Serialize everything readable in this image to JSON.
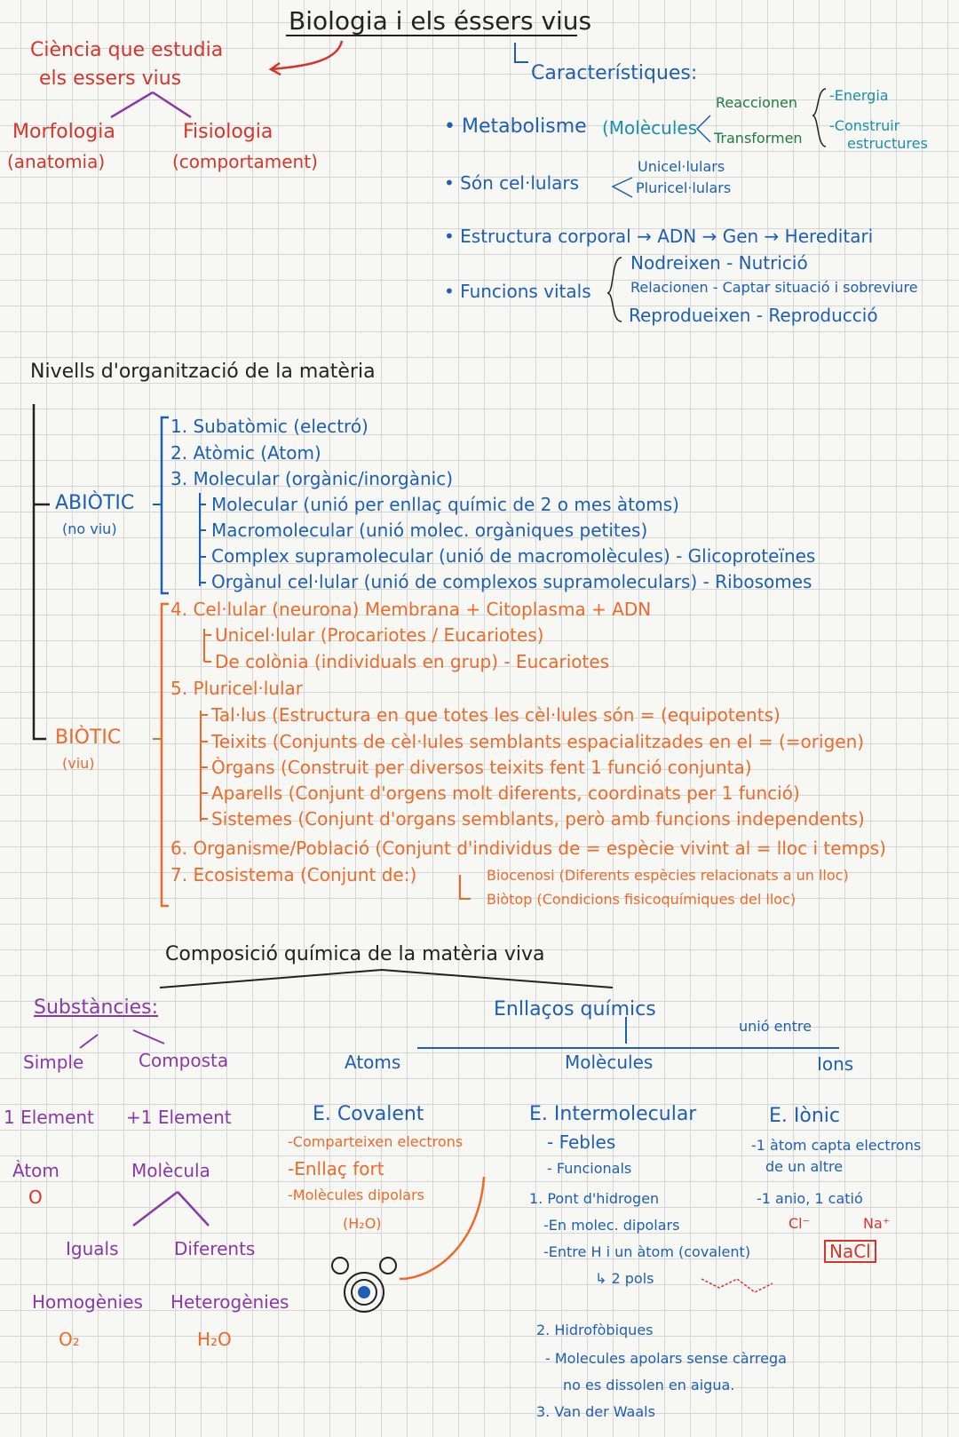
{
  "title": "Biologia i els éssers vius",
  "intro": {
    "science": [
      "Ciència que estudia",
      "els essers vius"
    ],
    "morfologia": "Morfologia",
    "anatomia": "(anatomia)",
    "fisiologia": "Fisiologia",
    "comportament": "(comportament)"
  },
  "caracteristiques": {
    "heading": "Característiques:",
    "metabolisme": "• Metabolisme",
    "molecules": "(Molècules",
    "reaccionen": "Reaccionen",
    "transformen": "Transformen",
    "energia": "-Energia",
    "construir": "-Construir",
    "estructures": "estructures",
    "cellulars": "• Són cel·lulars",
    "unicellulars": "Unicel·lulars",
    "pluricellulars": "Pluricel·lulars",
    "estructura": "• Estructura corporal → ADN → Gen → Hereditari",
    "funcions": "• Funcions vitals",
    "nodreixen": "Nodreixen - Nutrició",
    "relacionen": "Relacionen - Captar situació i sobreviure",
    "reprodueixen": "Reprodueixen - Reproducció"
  },
  "nivells": {
    "heading": "Nivells d'organització de la matèria",
    "abiotic": "ABIÒTIC",
    "no_viu": "(no viu)",
    "biotic": "BIÒTIC",
    "viu": "(viu)",
    "n1": "1. Subatòmic (electró)",
    "n2": "2. Atòmic (Atom)",
    "n3": "3. Molecular (orgànic/inorgànic)",
    "n3a": "Molecular (unió per enllaç químic de 2 o mes àtoms)",
    "n3b": "Macromolecular (unió molec. orgàniques petites)",
    "n3c": "Complex supramolecular (unió de macromolècules) - Glicoproteïnes",
    "n3d": "Orgànul cel·lular (unió de complexos supramoleculars) - Ribosomes",
    "n4": "4. Cel·lular (neurona) Membrana + Citoplasma + ADN",
    "n4a": "Unicel·lular (Procariotes / Eucariotes)",
    "n4b": "De colònia (individuals en grup) - Eucariotes",
    "n5": "5. Pluricel·lular",
    "n5a": "Tal·lus (Estructura en que totes les cèl·lules són = (equipotents)",
    "n5b": "Teixits (Conjunts de cèl·lules semblants espacialitzades en el = (=origen)",
    "n5c": "Òrgans (Construit per diversos teixits fent 1 funció conjunta)",
    "n5d": "Aparells (Conjunt d'orgens molt diferents, coordinats per 1 funció)",
    "n5e": "Sistemes (Conjunt d'organs semblants, però amb funcions independents)",
    "n6": "6. Organisme/Població (Conjunt d'individus de = espècie vivint al = lloc i temps)",
    "n7": "7. Ecosistema (Conjunt de:)",
    "biocenosi": "Biocenosi (Diferents espècies relacionats a un lloc)",
    "biotop": "Biòtop (Condicions fisicoquímiques del lloc)"
  },
  "composicio": {
    "heading": "Composició química de la matèria viva",
    "substancies": "Substàncies:",
    "simple": "Simple",
    "composta": "Composta",
    "element1": "1 Element",
    "element2": "+1 Element",
    "atom": "Àtom",
    "atom_symbol": "O",
    "molecula": "Molècula",
    "iguals": "Iguals",
    "diferents": "Diferents",
    "homogenies": "Homogènies",
    "heterogenies": "Heterogènies",
    "o2": "O₂",
    "h2o": "H₂O",
    "enllacos": "Enllaços químics",
    "unio_entre": "unió entre",
    "atoms": "Atoms",
    "molecules": "Molècules",
    "ions": "Ions",
    "covalent": "E. Covalent",
    "cov1": "-Comparteixen electrons",
    "cov2": "-Enllaç fort",
    "cov3": "-Molècules dipolars",
    "cov4": "(H₂O)",
    "intermolecular": "E. Intermolecular",
    "int1": "- Febles",
    "int2": "- Funcionals",
    "int3": "1. Pont d'hidrogen",
    "int4": "-En molec. dipolars",
    "int5": "-Entre H i un àtom (covalent)",
    "int6": "↳ 2 pols",
    "int7": "2. Hidrofòbiques",
    "int8": "- Molecules apolars sense càrrega",
    "int9": "no es dissolen en aigua.",
    "int10": "3. Van der Waals",
    "ionic": "E. Iònic",
    "ion1": "-1 àtom capta electrons",
    "ion2": "de un altre",
    "ion3": "-1 anio, 1 catió",
    "cl": "Cl⁻",
    "na": "Na⁺",
    "nacl": "NaCl"
  }
}
